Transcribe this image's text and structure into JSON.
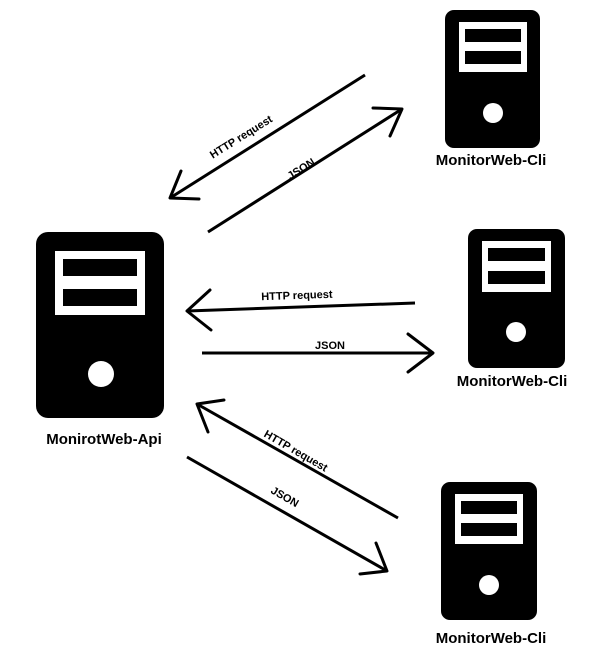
{
  "diagram": {
    "server": {
      "label": "MonirotWeb-Api",
      "icon": "server-icon"
    },
    "clients": [
      {
        "label": "MonitorWeb-Cli",
        "icon": "server-icon"
      },
      {
        "label": "MonitorWeb-Cli",
        "icon": "server-icon"
      },
      {
        "label": "MonitorWeb-Cli",
        "icon": "server-icon"
      }
    ],
    "connections": [
      {
        "client": 0,
        "request_label": "HTTP request",
        "response_label": "JSON"
      },
      {
        "client": 1,
        "request_label": "HTTP request",
        "response_label": "JSON"
      },
      {
        "client": 2,
        "request_label": "HTTP request",
        "response_label": "JSON"
      }
    ],
    "colors": {
      "foreground": "#000000",
      "background": "#ffffff"
    }
  }
}
